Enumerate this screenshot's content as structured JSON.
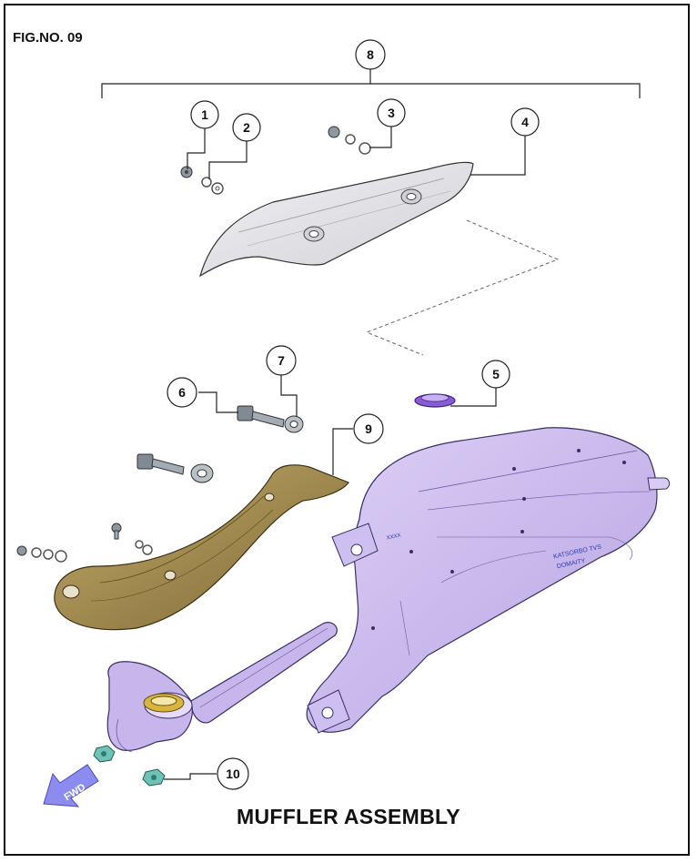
{
  "figure_number": "FIG.NO. 09",
  "title": "MUFFLER ASSEMBLY",
  "callouts": [
    "1",
    "2",
    "3",
    "4",
    "5",
    "6",
    "7",
    "8",
    "9",
    "10"
  ],
  "fwd_label": "FWD",
  "muffler_markings": {
    "line1": "KATSORBO TVS",
    "line2": "DOMAITY",
    "badge": "XXXX"
  },
  "colors": {
    "muffler": "#c9b8ec",
    "bracket": "#9c8448",
    "heat_shield": "#e4e4e8",
    "gasket": "#8a5bd6",
    "flange": "#d9b540",
    "arrow": "#8c8cf0"
  }
}
